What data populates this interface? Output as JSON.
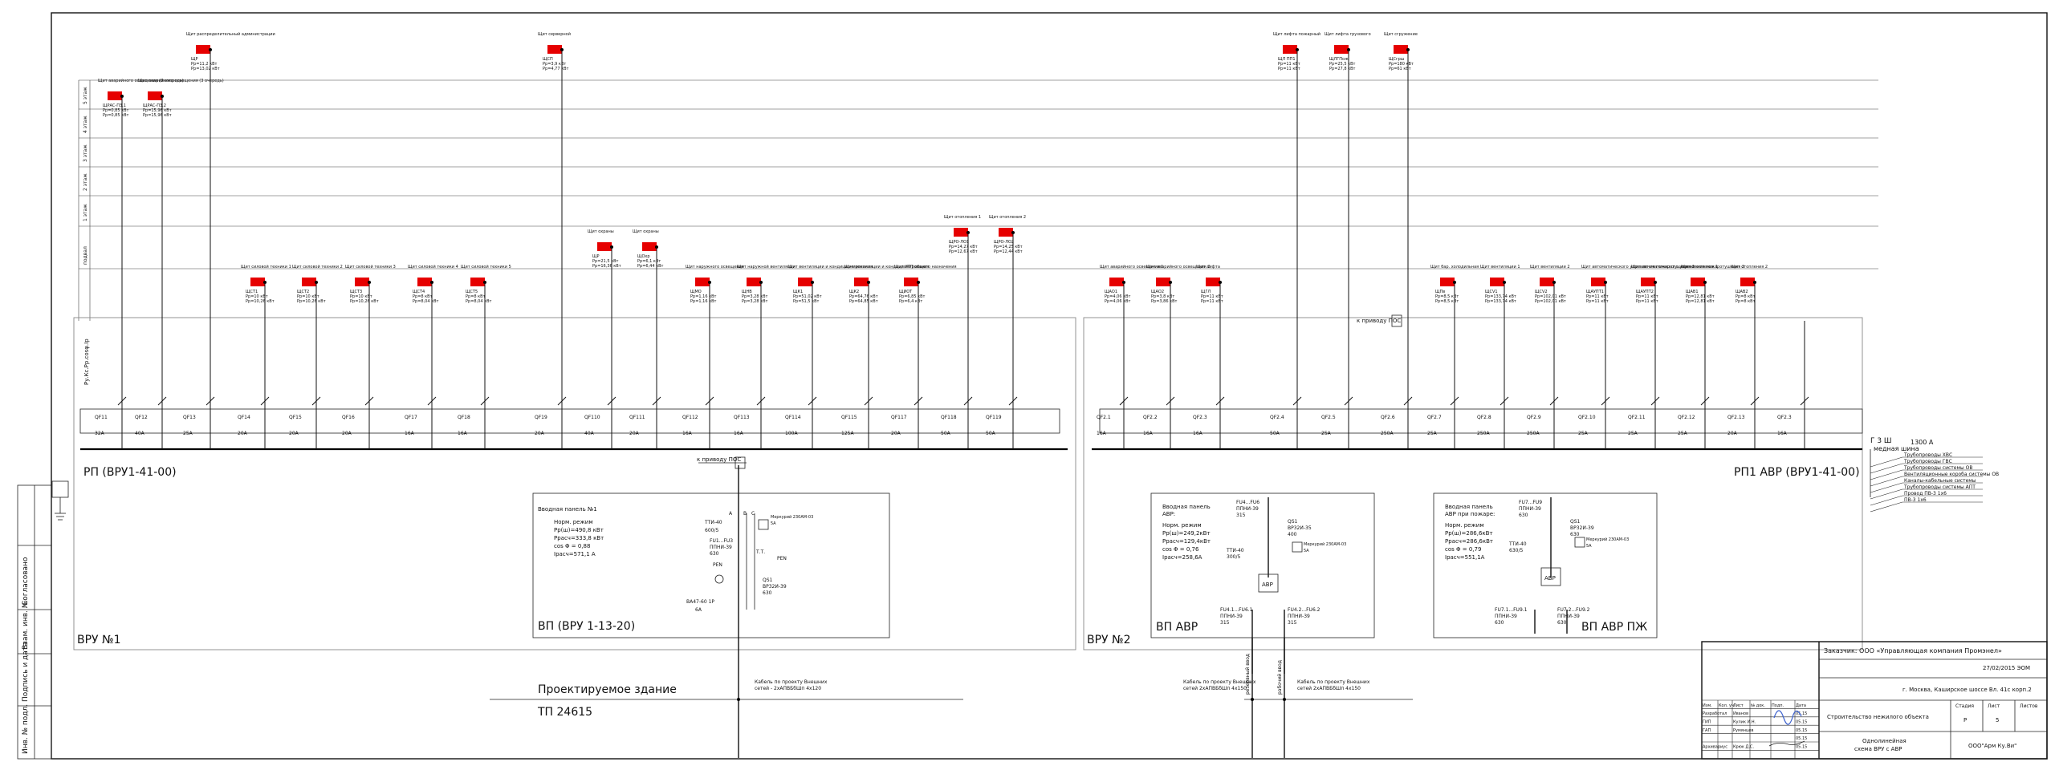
{
  "colors": {
    "load_box": "#e60000",
    "line": "#111111",
    "panel_border": "#888888"
  },
  "floor_labels": [
    "5 этаж",
    "4 этаж",
    "3 этаж",
    "2 этаж",
    "1 этаж",
    "подвал"
  ],
  "panels": {
    "rp_left": "РП (ВРУ1-41-00)",
    "rp_right": "РП1 АВР (ВРУ1-41-00)",
    "vru1": "ВРУ №1",
    "vru2": "ВРУ №2",
    "vp_left": "ВП (ВРУ 1-13-20)",
    "vp_avr": "ВП АВР",
    "vp_avr_pzh": "ВП АВР ПЖ",
    "rp_left_top_label": "Ру.Кс.Рр.соsφ.Iр"
  },
  "cables": {
    "left_cable_1": "Кабель по проекту Внешних",
    "left_cable_2": "сетей - 2хАПВБбШп 4х120",
    "mid_cable_1": "Кабель по проекту Внешних",
    "mid_cable_2": "сетей 2хАПВБбШп 4х150",
    "right_cable_1": "Кабель по проекту Внешних",
    "right_cable_2": "сетей 2хАПВБбШп 4х150",
    "vertical_1": "резервный ввод",
    "vertical_2": "рабочий ввод",
    "drive_left": "к приводу ПОС",
    "drive_right": "к приводу ПОС"
  },
  "building": {
    "label": "Проектируемое здание",
    "tp": "ТП 24615"
  },
  "left_loads": [
    {
      "id": "ЩРАС-П3.1",
      "title": "Щит аварийного освещения (3 очередь)",
      "p": "Рр=0,85 кВт",
      "q": "Рр=0,85 кВт",
      "breaker": "QF11",
      "rating": "32А"
    },
    {
      "id": "ЩРАС-П3.2",
      "title": "Щит аварийного освещения (3 очередь)",
      "p": "Рр=15,96 кВт",
      "q": "Рр=15,96 кВт",
      "breaker": "QF12",
      "rating": "40А"
    },
    {
      "id": "ЩР",
      "title": "Щит распределительный администрации",
      "p": "Рр=11,2 кВт",
      "q": "Рр=13,02 кВт",
      "breaker": "QF13",
      "rating": "25А"
    },
    {
      "id": "ЩСТ1",
      "title": "Щит силовой техники 1",
      "p": "Рр=10 кВт",
      "q": "Рр=10,26 кВт",
      "breaker": "QF14",
      "rating": "20А"
    },
    {
      "id": "ЩСТ2",
      "title": "Щит силовой техники 2",
      "p": "Рр=10 кВт",
      "q": "Рр=10,26 кВт",
      "breaker": "QF15",
      "rating": "20А"
    },
    {
      "id": "ЩСТ3",
      "title": "Щит силовой техники 3",
      "p": "Рр=10 кВт",
      "q": "Рр=10,26 кВт",
      "breaker": "QF16",
      "rating": "20А"
    },
    {
      "id": "ЩСТ4",
      "title": "Щит силовой техники 4",
      "p": "Рр=8 кВт",
      "q": "Рр=8,04 кВт",
      "breaker": "QF17",
      "rating": "16А"
    },
    {
      "id": "ЩСТ5",
      "title": "Щит силовой техники 5",
      "p": "Рр=8 кВт",
      "q": "Рр=8,04 кВт",
      "breaker": "QF18",
      "rating": "16А"
    },
    {
      "id": "ЩСП",
      "title": "Щит серверной",
      "p": "Рр=3,9 кВт",
      "q": "Рр=4,77 кВт",
      "breaker": "QF19",
      "rating": "20А"
    },
    {
      "id": "ЩР",
      "title": "Щит охраны",
      "p": "Рр=21,5 кВт",
      "q": "Рр=16,36 кВт",
      "breaker": "QF110",
      "rating": "40А"
    },
    {
      "id": "ЩОхр",
      "title": "Щит охраны",
      "p": "Рр=6,1 кВт",
      "q": "Рр=6,44 кВт",
      "breaker": "QF111",
      "rating": "20А"
    },
    {
      "id": "ЩМО",
      "title": "Щит наружного освещения",
      "p": "Рр=1,16 кВт",
      "q": "Рр=1,16 кВт",
      "breaker": "QF112",
      "rating": "16А"
    },
    {
      "id": "ЩНВ",
      "title": "Щит наружной вентиляции",
      "p": "Рр=3,28 кВт",
      "q": "Рр=3,28 кВт",
      "breaker": "QF113",
      "rating": "16А"
    },
    {
      "id": "ЩК1",
      "title": "Щит вентиляции и кондиционирования",
      "p": "Рр=51,02 кВт",
      "q": "Рр=51,5 кВт",
      "breaker": "QF114",
      "rating": "100А"
    },
    {
      "id": "ЩК2",
      "title": "Щит вентиляции и кондиционирования",
      "p": "Рр=64,76 кВт",
      "q": "Рр=64,85 кВт",
      "breaker": "QF115",
      "rating": "125А"
    },
    {
      "id": "ЩИОТ",
      "title": "Щит ИТП общего назначения",
      "p": "Рр=6,85 кВт",
      "q": "Рр=6,4 кВт",
      "breaker": "QF117",
      "rating": "20А"
    },
    {
      "id": "ЩРО-ЛО1",
      "title": "Щит отопления 1",
      "p": "Рр=14,27 кВт",
      "q": "Рр=12,67 кВт",
      "breaker": "QF118",
      "rating": "50А"
    },
    {
      "id": "ЩРО-ЛО2",
      "title": "Щит отопления 2",
      "p": "Рр=14,25 кВт",
      "q": "Рр=12,44 кВт",
      "breaker": "QF119",
      "rating": "50А"
    }
  ],
  "right_loads": [
    {
      "id": "ЩАО1",
      "title": "Щит аварийного освещения 1",
      "p": "Рр=4,06 кВт",
      "q": "Рр=4,06 кВт",
      "breaker": "QF2.1",
      "rating": "16А"
    },
    {
      "id": "ЩАО2",
      "title": "Щит аварийного освещения 2",
      "p": "Рр=3,8 кВт",
      "q": "Рр=3,86 кВт",
      "breaker": "QF2.2",
      "rating": "16А"
    },
    {
      "id": "ЩГЛ",
      "title": "Щит лифта",
      "p": "Рр=11 кВт",
      "q": "Рр=11 кВт",
      "breaker": "QF2.3",
      "rating": "16А"
    },
    {
      "id": "ЩЛ ПП1",
      "title": "Щит лифта пожарный",
      "p": "Рр=11 кВт",
      "q": "Рр=11 кВт",
      "breaker": "QF2.4",
      "rating": "50А"
    },
    {
      "id": "ЩЛГПож",
      "title": "Щит лифта грузового",
      "p": "Рр=25,5 кВт",
      "q": "Рр=27,8 кВт",
      "breaker": "QF2.5",
      "rating": "25А"
    },
    {
      "id": "ЩСгрш",
      "title": "Щит сгружение",
      "p": "Рр=180 кВт",
      "q": "Рр=61 кВт",
      "breaker": "QF2.6",
      "rating": "250А"
    },
    {
      "id": "ЩПв",
      "title": "Щит бар. холодильная",
      "p": "Рр=8,5 кВт",
      "q": "Рр=8,5 кВт",
      "breaker": "QF2.7",
      "rating": "25А"
    },
    {
      "id": "ЩСV1",
      "title": "Щит вентиляции 1",
      "p": "Рр=133,74 кВт",
      "q": "Рр=133,74 кВт",
      "breaker": "QF2.8",
      "rating": "250А"
    },
    {
      "id": "ЩСV2",
      "title": "Щит вентиляции 2",
      "p": "Рр=102,01 кВт",
      "q": "Рр=102,01 кВт",
      "breaker": "QF2.9",
      "rating": "250А"
    },
    {
      "id": "ЩАУПТ1",
      "title": "Щит автоматического управления пожаротушения 1",
      "p": "Рр=11 кВт",
      "q": "Рр=11 кВт",
      "breaker": "QF2.10",
      "rating": "25А"
    },
    {
      "id": "ЩАУПТ2",
      "title": "Щит автоматического управления пожаротушения 2",
      "p": "Рр=11 кВт",
      "q": "Рр=11 кВт",
      "breaker": "QF2.11",
      "rating": "25А"
    },
    {
      "id": "ЩАВ1",
      "title": "Щит отопления 1",
      "p": "Рр=12,81 кВт",
      "q": "Рр=12,81 кВт",
      "breaker": "QF2.12",
      "rating": "25А"
    },
    {
      "id": "ЩАВ2",
      "title": "Щит отопления 2",
      "p": "Рр=8 кВт",
      "q": "Рр=8 кВт",
      "breaker": "QF2.13",
      "rating": "20А"
    },
    {
      "id": "",
      "title": "",
      "p": "",
      "q": "",
      "breaker": "QF2.3",
      "rating": "16А"
    }
  ],
  "input_panel_1": {
    "title": "Вводная панель №1",
    "mode": "Норм. режим",
    "p1": "Рр(ш)=490,8 кВт",
    "p2": "Ррасч=333,8 кВт",
    "cos": "cos Φ = 0,88",
    "i": "Iрасч=571,1 А",
    "tt": "ТТИ-40",
    "tt_ratio": "600/5",
    "fuse": "FU1...FU3",
    "fuse_type": "ППНИ-39",
    "fuse_rating": "630",
    "qs": "QS1",
    "qs_type": "ВР32И-39",
    "qs_rating": "630",
    "pen": "PEN",
    "tt2": "Т.Т.",
    "meter": "Меркурий 230АМ-03",
    "meter_current": "5А",
    "contactor": "ВА47-60 1Р",
    "contactor_rating": "6А",
    "phases": [
      "А",
      "В",
      "С"
    ]
  },
  "input_panel_avr": {
    "title": "Вводная панель",
    "title2": "АВР:",
    "mode": "Норм. режим",
    "p1": "Рр(ш)=249,2кВт",
    "p2": "Ррасч=129,4кВт",
    "cos": "cos Φ = 0,76",
    "i": "Iрасч=258,6А",
    "fu": "FU4...FU6",
    "fu_type": "ППНИ-39",
    "fu_rating": "315",
    "qs": "QS1",
    "qs_type": "ВР32И-35",
    "qs_rating": "400",
    "tt": "ТТИ-40",
    "tt_ratio": "300/5",
    "meter": "Меркурий 230АМ-03",
    "meter_current": "5А",
    "avr": "АВР",
    "fu_bottom_left": "FU4.1...FU6.1",
    "fu_bottom_right": "FU4.2...FU6.2",
    "fu_bottom_type": "ППНИ-39",
    "fu_bottom_rating": "315"
  },
  "input_panel_avr_pzh": {
    "title": "Вводная панель",
    "title2": "АВР при пожаре:",
    "mode": "Норм. режим",
    "p1": "Рр(ш)=286,6кВт",
    "p2": "Ррасч=286,6кВт",
    "cos": "cos Φ = 0,79",
    "i": "Iрасч=551,1А",
    "fu": "FU7...FU9",
    "fu_type": "ППНИ-39",
    "fu_rating": "630",
    "qs": "QS1",
    "qs_type": "ВР32И-39",
    "qs_rating": "630",
    "tt": "ТТИ-40",
    "tt_ratio": "630/5",
    "meter": "Меркурий 230АМ-03",
    "meter_current": "5А",
    "avr": "АВР",
    "fu_bottom_left": "FU7.1...FU9.1",
    "fu_bottom_right": "FU7.2...FU9.2",
    "fu_bottom_type": "ППНИ-39",
    "fu_bottom_rating": "630"
  },
  "busbar_legend": {
    "code": "Г 3 Ш",
    "header": "медная шина",
    "current": "1300 А",
    "items": [
      "Трубопроводы ХВС",
      "Трубопроводы ГВС",
      "Трубопроводы системы ОВ",
      "Вентиляционные короба системы ОВ",
      "Каналы-кабельные системы",
      "Трубопроводы системы АПТ",
      "Провод ПВ-3 1х6",
      "ПВ-3 1х6"
    ]
  },
  "stamp": {
    "customer": "Заказчик: ООО «Управляющая компания Промэнел»",
    "date": "27/02/2015 ЭОМ",
    "address": "г. Москва, Каширское шоссе Вл. 41с корп.2",
    "object": "Строительство нежилого объекта",
    "stage_label": "Стадия",
    "sheet_label": "Лист",
    "sheets_label": "Листов",
    "stage": "Р",
    "sheet": "5",
    "drawing_title_1": "Однолинейная",
    "drawing_title_2": "схема ВРУ с АВР",
    "company": "ООО\"Арм Ку.Ви\"",
    "cols": [
      "Изм.",
      "Кол. уч.",
      "Лист",
      "№ док.",
      "Подп.",
      "Дата"
    ],
    "rows": [
      {
        "role": "Разработал",
        "name": "Иванов",
        "date": "05.15"
      },
      {
        "role": "ГИП",
        "name": "Кулик И.Н.",
        "date": "05.15"
      },
      {
        "role": "ГАП",
        "name": "Румянцев",
        "date": "05.15"
      },
      {
        "role": "",
        "name": "",
        "date": "05.15"
      },
      {
        "role": "Архивариус",
        "name": "Крюк Д.С.",
        "date": "05.15"
      }
    ]
  },
  "side_strip": [
    "Согласовано",
    "Взам. инв. №",
    "Подпись и дата",
    "Инв. № подл."
  ]
}
